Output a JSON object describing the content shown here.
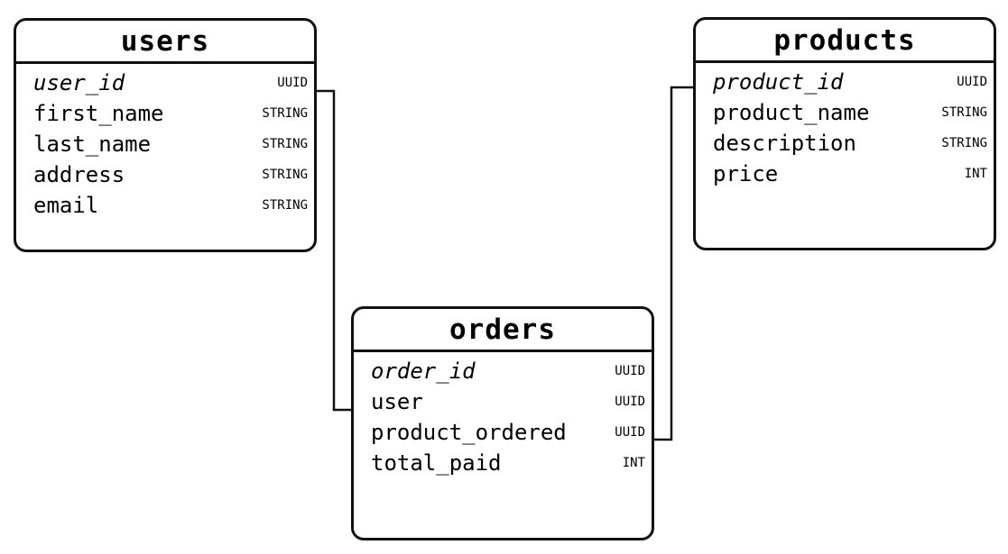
{
  "tables": {
    "users": {
      "name": "users",
      "fields": [
        {
          "name": "user_id",
          "type": "UUID",
          "primary": true
        },
        {
          "name": "first_name",
          "type": "STRING"
        },
        {
          "name": "last_name",
          "type": "STRING"
        },
        {
          "name": "address",
          "type": "STRING"
        },
        {
          "name": "email",
          "type": "STRING"
        }
      ]
    },
    "products": {
      "name": "products",
      "fields": [
        {
          "name": "product_id",
          "type": "UUID",
          "primary": true
        },
        {
          "name": "product_name",
          "type": "STRING"
        },
        {
          "name": "description",
          "type": "STRING"
        },
        {
          "name": "price",
          "type": "INT"
        }
      ]
    },
    "orders": {
      "name": "orders",
      "fields": [
        {
          "name": "order_id",
          "type": "UUID",
          "primary": true
        },
        {
          "name": "user",
          "type": "UUID"
        },
        {
          "name": "product_ordered",
          "type": "UUID"
        },
        {
          "name": "total_paid",
          "type": "INT"
        }
      ]
    }
  },
  "relations": [
    {
      "from": "users.user_id",
      "to": "orders.user"
    },
    {
      "from": "products.product_id",
      "to": "orders.product_ordered"
    }
  ],
  "colors": {
    "line": "#111111",
    "background": "#ffffff"
  }
}
